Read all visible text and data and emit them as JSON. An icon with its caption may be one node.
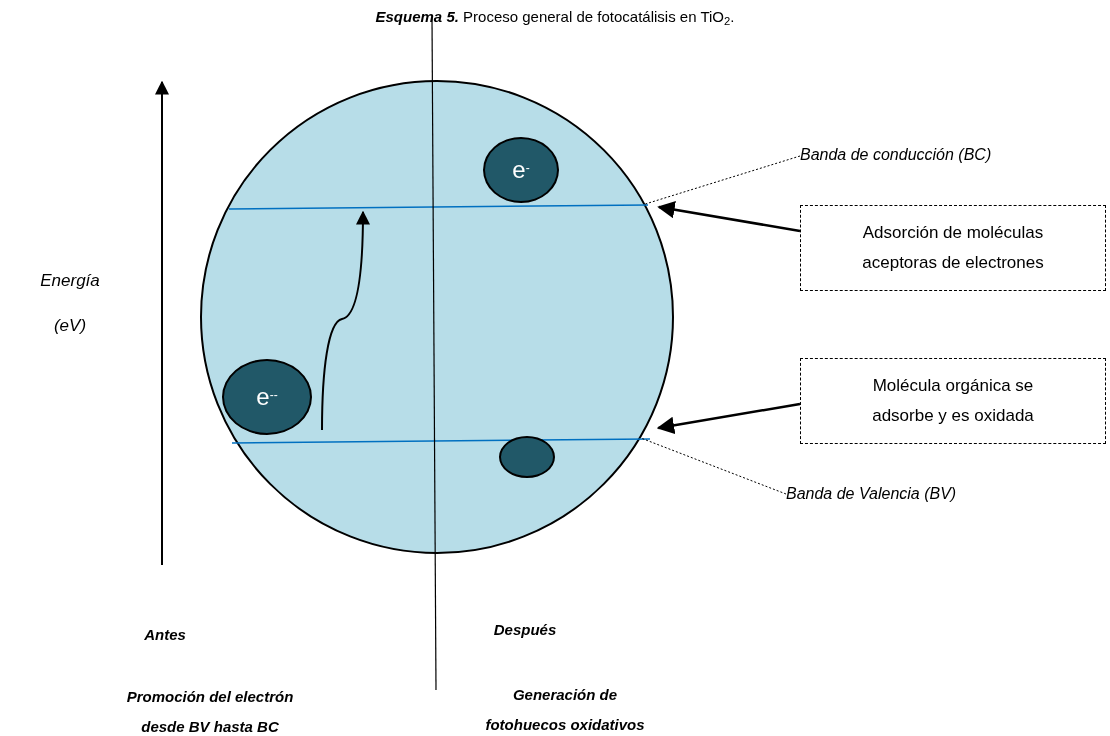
{
  "diagram": {
    "title": "**Esquema 5.** Proceso general de fotocatálisis en TiO$_{2}$.",
    "nodes": [
      {
        "text": [],
        "shape": "circle"
      },
      {
        "text": [
          "e$^{-}$"
        ],
        "in": 0
      },
      {
        "text": [
          "e$^{--}$"
        ],
        "in": 0
      },
      {
        "text": [],
        "shape": "circle",
        "in": 0
      },
      {
        "text": [
          "Adsorción de moléculas aceptoras de electrones"
        ]
      },
      {
        "text": [
          "Molécula orgánica se adsorbe y es oxidada"
        ]
      },
      {
        "text": [
          "Banda de conducción (BC)"
        ]
      },
      {
        "text": [
          "Banda de Valencia (BV)"
        ]
      }
    ],
    "edges": [
      {
        "from": 4,
        "to": 0,
        "arrow": "to"
      },
      {
        "from": 5,
        "to": 0,
        "arrow": "to"
      },
      {
        "from": 6,
        "to": 0,
        "arrow": "none",
        "style": "dashed"
      },
      {
        "from": 7,
        "to": 0,
        "arrow": "none",
        "style": "dashed"
      }
    ],
    "labels": [
      "Energía",
      "(eV)",
      "Antes",
      "Después",
      "Promoción del electrón desde BV hasta BC",
      "Generación de fotohuecos oxidativos"
    ]
  }
}
